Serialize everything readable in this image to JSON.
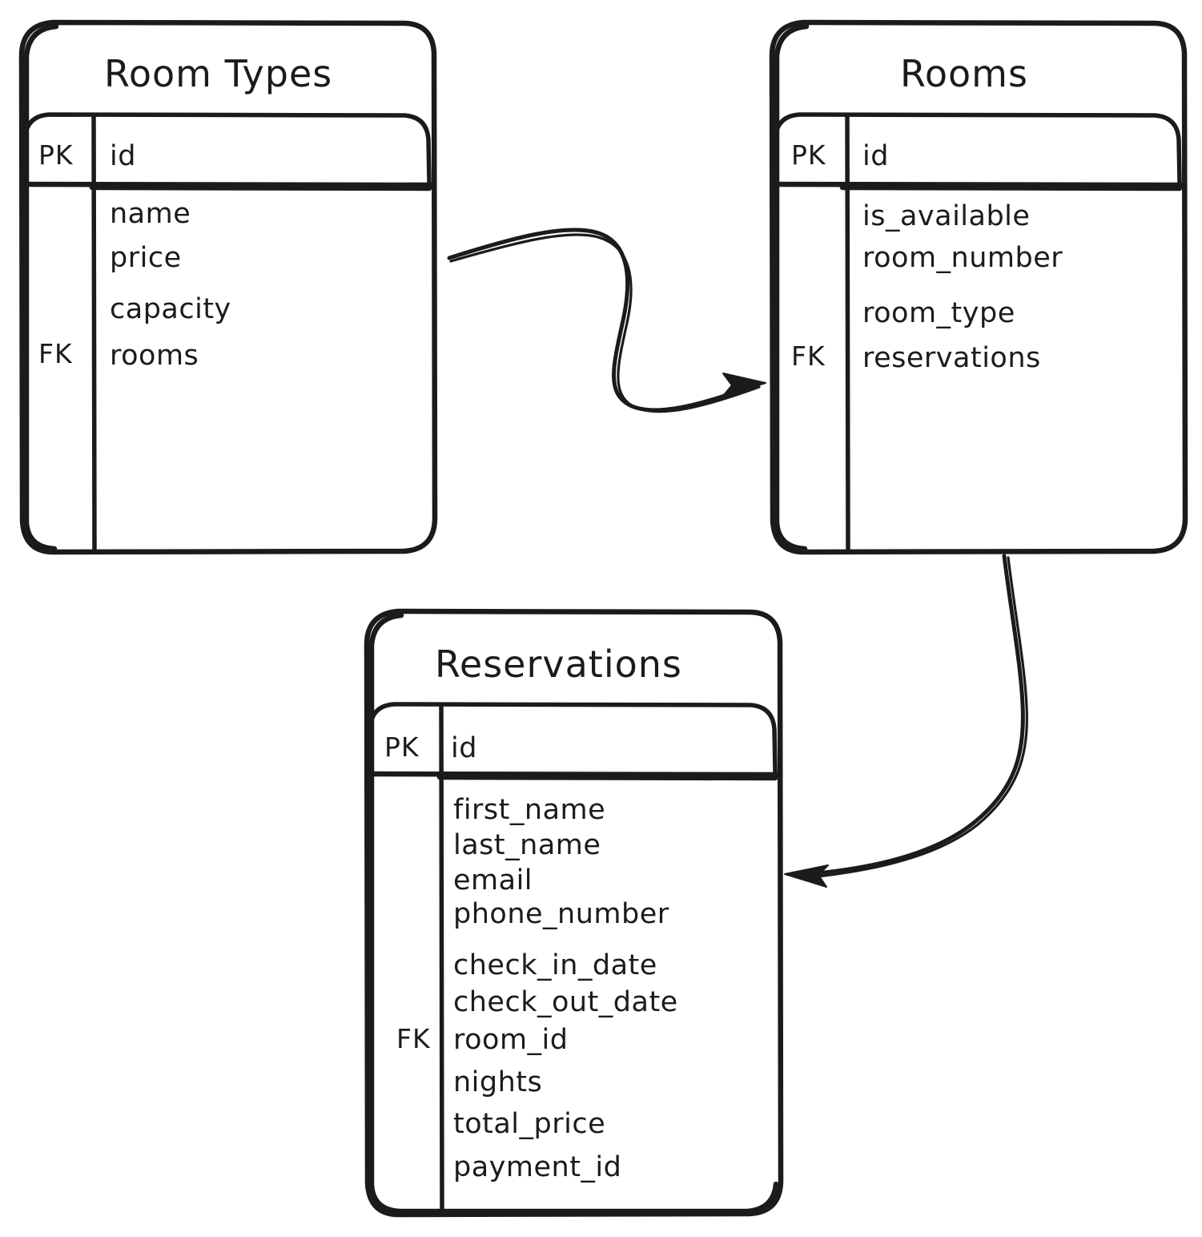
{
  "diagram": {
    "type": "entity-relationship-diagram",
    "style": "hand-drawn-sketch",
    "background_color": "#ffffff",
    "stroke_color": "#1b1b1b",
    "entities": [
      {
        "id": "room-types",
        "title": "Room Types",
        "key_column_header": "",
        "primary_key": {
          "label": "PK",
          "field": "id"
        },
        "foreign_key": {
          "label": "FK",
          "field": "rooms"
        },
        "fields": [
          {
            "name": "name",
            "key": ""
          },
          {
            "name": "price",
            "key": ""
          },
          {
            "name": "capacity",
            "key": ""
          },
          {
            "name": "rooms",
            "key": "FK"
          }
        ]
      },
      {
        "id": "rooms",
        "title": "Rooms",
        "key_column_header": "",
        "primary_key": {
          "label": "PK",
          "field": "id"
        },
        "foreign_key": {
          "label": "FK",
          "field": "reservations"
        },
        "fields": [
          {
            "name": "is_available",
            "key": ""
          },
          {
            "name": "room_number",
            "key": ""
          },
          {
            "name": "room_type",
            "key": ""
          },
          {
            "name": "reservations",
            "key": "FK"
          }
        ]
      },
      {
        "id": "reservations",
        "title": "Reservations",
        "key_column_header": "",
        "primary_key": {
          "label": "PK",
          "field": "id"
        },
        "foreign_key": {
          "label": "FK",
          "field": "room_id"
        },
        "fields": [
          {
            "name": "first_name",
            "key": ""
          },
          {
            "name": "last_name",
            "key": ""
          },
          {
            "name": "email",
            "key": ""
          },
          {
            "name": "phone_number",
            "key": ""
          },
          {
            "name": "check_in_date",
            "key": ""
          },
          {
            "name": "check_out_date",
            "key": ""
          },
          {
            "name": "room_id",
            "key": "FK"
          },
          {
            "name": "nights",
            "key": ""
          },
          {
            "name": "total_price",
            "key": ""
          },
          {
            "name": "payment_id",
            "key": ""
          }
        ]
      }
    ],
    "relationships": [
      {
        "id": "rel-roomtypes-rooms",
        "from": "room-types",
        "to": "rooms",
        "arrow": "to"
      },
      {
        "id": "rel-rooms-reservations",
        "from": "rooms",
        "to": "reservations",
        "arrow": "to"
      }
    ]
  }
}
